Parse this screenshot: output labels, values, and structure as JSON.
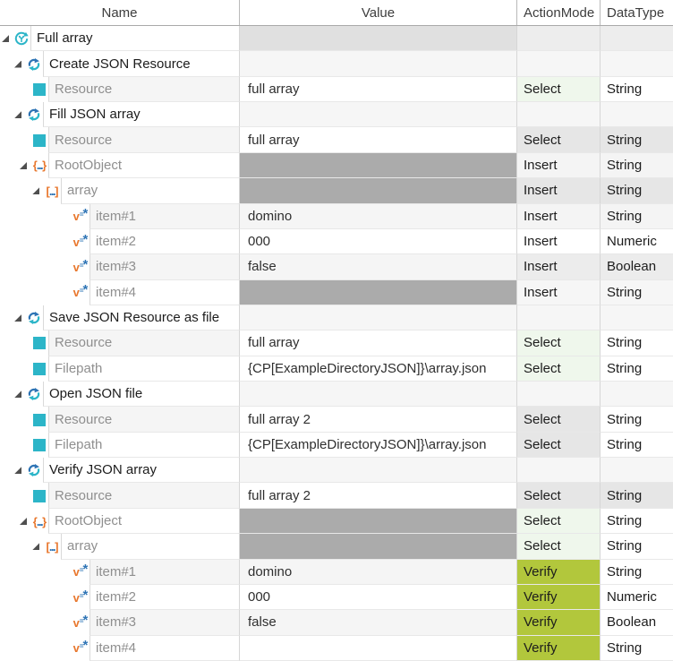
{
  "columns": [
    {
      "label": "Name"
    },
    {
      "label": "Value"
    },
    {
      "label": "ActionMode"
    },
    {
      "label": "DataType"
    }
  ],
  "palette": {
    "white": "#ffffff",
    "shade": "#f5f5f5",
    "step_row": "#f6f6f6",
    "testcase_value": "#e0e0e0",
    "testcase_side": "#ededed",
    "disabled_value": "#ababab",
    "cell_gray": "#e6e6e6",
    "cell_mid": "#ececec",
    "cell_light": "#f4f4f4",
    "cell_green": "#eff7ec",
    "cell_verify": "#b2c73c",
    "accent_teal": "#2cb5c8",
    "accent_blue": "#2e74b5",
    "accent_orange": "#e8772d",
    "step_text": "#1c1c1c",
    "param_text": "#8f8f8f"
  },
  "rows": [
    {
      "name": "Full array",
      "kind": "step",
      "icon": "testcase",
      "level": 0,
      "expanded": true,
      "value": "",
      "am": "",
      "dt": "",
      "bg": {
        "name": "white",
        "value": "testcase_value",
        "am": "testcase_side",
        "dt": "testcase_side"
      }
    },
    {
      "name": "Create JSON Resource",
      "kind": "step",
      "icon": "teststep",
      "level": 1,
      "expanded": true,
      "value": "",
      "am": "",
      "dt": "",
      "bg": {
        "name": "white",
        "value": "step_row",
        "am": "step_row",
        "dt": "step_row"
      }
    },
    {
      "name": "Resource",
      "kind": "param",
      "icon": "square",
      "level": 2,
      "expanded": false,
      "value": "full array",
      "am": "Select",
      "dt": "String",
      "bg": {
        "name": "shade",
        "value": "white",
        "am": "cell_green",
        "dt": "white"
      }
    },
    {
      "name": "Fill JSON array",
      "kind": "step",
      "icon": "teststep",
      "level": 1,
      "expanded": true,
      "value": "",
      "am": "",
      "dt": "",
      "bg": {
        "name": "white",
        "value": "step_row",
        "am": "step_row",
        "dt": "step_row"
      }
    },
    {
      "name": "Resource",
      "kind": "param",
      "icon": "square",
      "level": 2,
      "expanded": false,
      "value": "full array",
      "am": "Select",
      "dt": "String",
      "bg": {
        "name": "shade",
        "value": "white",
        "am": "cell_gray",
        "dt": "cell_gray"
      }
    },
    {
      "name": "RootObject",
      "kind": "param",
      "icon": "braces",
      "level": 2,
      "expanded": true,
      "value": "",
      "am": "Insert",
      "dt": "String",
      "bg": {
        "name": "white",
        "value": "disabled_value",
        "am": "cell_light",
        "dt": "cell_light"
      }
    },
    {
      "name": "array",
      "kind": "param",
      "icon": "brackets",
      "level": 3,
      "expanded": true,
      "value": "",
      "am": "Insert",
      "dt": "String",
      "bg": {
        "name": "white",
        "value": "disabled_value",
        "am": "cell_gray",
        "dt": "cell_gray"
      }
    },
    {
      "name": "item#1",
      "kind": "param",
      "icon": "vstar",
      "level": 4,
      "expanded": false,
      "value": "domino",
      "am": "Insert",
      "dt": "String",
      "bg": {
        "name": "shade",
        "value": "shade",
        "am": "cell_light",
        "dt": "cell_light"
      }
    },
    {
      "name": "item#2",
      "kind": "param",
      "icon": "vstar",
      "level": 4,
      "expanded": false,
      "value": "000",
      "am": "Insert",
      "dt": "Numeric",
      "bg": {
        "name": "white",
        "value": "white",
        "am": "white",
        "dt": "white"
      }
    },
    {
      "name": "item#3",
      "kind": "param",
      "icon": "vstar",
      "level": 4,
      "expanded": false,
      "value": "false",
      "am": "Insert",
      "dt": "Boolean",
      "bg": {
        "name": "shade",
        "value": "shade",
        "am": "cell_mid",
        "dt": "cell_mid"
      }
    },
    {
      "name": "item#4",
      "kind": "param",
      "icon": "vstar",
      "level": 4,
      "expanded": false,
      "value": "",
      "am": "Insert",
      "dt": "String",
      "bg": {
        "name": "white",
        "value": "disabled_value",
        "am": "step_row",
        "dt": "step_row"
      }
    },
    {
      "name": "Save JSON Resource as file",
      "kind": "step",
      "icon": "teststep",
      "level": 1,
      "expanded": true,
      "value": "",
      "am": "",
      "dt": "",
      "bg": {
        "name": "white",
        "value": "step_row",
        "am": "step_row",
        "dt": "step_row"
      }
    },
    {
      "name": "Resource",
      "kind": "param",
      "icon": "square",
      "level": 2,
      "expanded": false,
      "value": "full array",
      "am": "Select",
      "dt": "String",
      "bg": {
        "name": "shade",
        "value": "white",
        "am": "cell_green",
        "dt": "white"
      }
    },
    {
      "name": "Filepath",
      "kind": "param",
      "icon": "square",
      "level": 2,
      "expanded": false,
      "value": "{CP[ExampleDirectoryJSON]}\\array.json",
      "am": "Select",
      "dt": "String",
      "bg": {
        "name": "white",
        "value": "white",
        "am": "cell_green",
        "dt": "white"
      }
    },
    {
      "name": "Open JSON file",
      "kind": "step",
      "icon": "teststep",
      "level": 1,
      "expanded": true,
      "value": "",
      "am": "",
      "dt": "",
      "bg": {
        "name": "white",
        "value": "step_row",
        "am": "step_row",
        "dt": "step_row"
      }
    },
    {
      "name": "Resource",
      "kind": "param",
      "icon": "square",
      "level": 2,
      "expanded": false,
      "value": "full array 2",
      "am": "Select",
      "dt": "String",
      "bg": {
        "name": "shade",
        "value": "white",
        "am": "cell_gray",
        "dt": "white"
      }
    },
    {
      "name": "Filepath",
      "kind": "param",
      "icon": "square",
      "level": 2,
      "expanded": false,
      "value": "{CP[ExampleDirectoryJSON]}\\array.json",
      "am": "Select",
      "dt": "String",
      "bg": {
        "name": "white",
        "value": "white",
        "am": "cell_gray",
        "dt": "white"
      }
    },
    {
      "name": "Verify JSON array",
      "kind": "step",
      "icon": "teststep",
      "level": 1,
      "expanded": true,
      "value": "",
      "am": "",
      "dt": "",
      "bg": {
        "name": "white",
        "value": "step_row",
        "am": "step_row",
        "dt": "step_row"
      }
    },
    {
      "name": "Resource",
      "kind": "param",
      "icon": "square",
      "level": 2,
      "expanded": false,
      "value": "full array 2",
      "am": "Select",
      "dt": "String",
      "bg": {
        "name": "shade",
        "value": "white",
        "am": "cell_gray",
        "dt": "cell_gray"
      }
    },
    {
      "name": "RootObject",
      "kind": "param",
      "icon": "braces",
      "level": 2,
      "expanded": true,
      "value": "",
      "am": "Select",
      "dt": "String",
      "bg": {
        "name": "white",
        "value": "disabled_value",
        "am": "cell_green",
        "dt": "white"
      }
    },
    {
      "name": "array",
      "kind": "param",
      "icon": "brackets",
      "level": 3,
      "expanded": true,
      "value": "",
      "am": "Select",
      "dt": "String",
      "bg": {
        "name": "white",
        "value": "disabled_value",
        "am": "cell_green",
        "dt": "white"
      }
    },
    {
      "name": "item#1",
      "kind": "param",
      "icon": "vstar",
      "level": 4,
      "expanded": false,
      "value": "domino",
      "am": "Verify",
      "dt": "String",
      "bg": {
        "name": "shade",
        "value": "shade",
        "am": "cell_verify",
        "dt": "white"
      }
    },
    {
      "name": "item#2",
      "kind": "param",
      "icon": "vstar",
      "level": 4,
      "expanded": false,
      "value": "000",
      "am": "Verify",
      "dt": "Numeric",
      "bg": {
        "name": "white",
        "value": "white",
        "am": "cell_verify",
        "dt": "white"
      }
    },
    {
      "name": "item#3",
      "kind": "param",
      "icon": "vstar",
      "level": 4,
      "expanded": false,
      "value": "false",
      "am": "Verify",
      "dt": "Boolean",
      "bg": {
        "name": "shade",
        "value": "shade",
        "am": "cell_verify",
        "dt": "white"
      }
    },
    {
      "name": "item#4",
      "kind": "param",
      "icon": "vstar",
      "level": 4,
      "expanded": false,
      "value": "",
      "am": "Verify",
      "dt": "String",
      "bg": {
        "name": "white",
        "value": "white",
        "am": "cell_verify",
        "dt": "white"
      }
    }
  ]
}
